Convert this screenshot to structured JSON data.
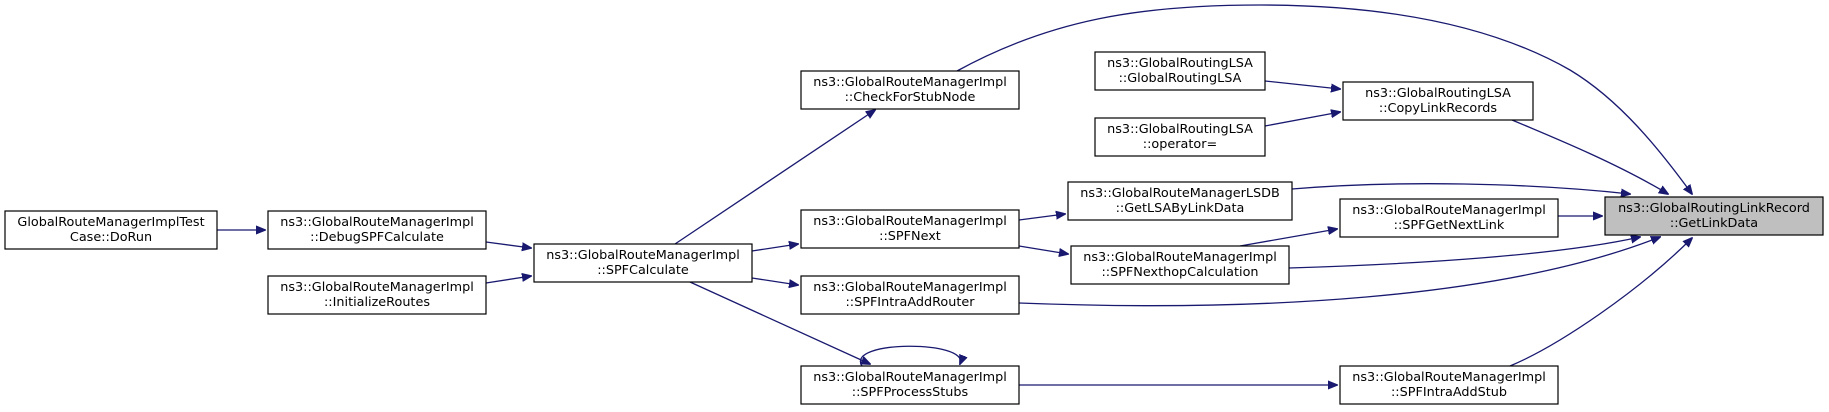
{
  "graph": {
    "colors": {
      "edge": "#191970",
      "focus_fill": "#bfbfbf",
      "node_fill": "#ffffff",
      "node_stroke": "#000000"
    },
    "nodes": [
      {
        "id": "getlinkdata",
        "lines": [
          "ns3::GlobalRoutingLinkRecord",
          "::GetLinkData"
        ],
        "focus": true
      },
      {
        "id": "checkforstubnode",
        "lines": [
          "ns3::GlobalRouteManagerImpl",
          "::CheckForStubNode"
        ]
      },
      {
        "id": "globalroutinglsa-ctor",
        "lines": [
          "ns3::GlobalRoutingLSA",
          "::GlobalRoutingLSA"
        ]
      },
      {
        "id": "copylinkrecords",
        "lines": [
          "ns3::GlobalRoutingLSA",
          "::CopyLinkRecords"
        ]
      },
      {
        "id": "operator-assign",
        "lines": [
          "ns3::GlobalRoutingLSA",
          "::operator="
        ]
      },
      {
        "id": "getlsabylinkdata",
        "lines": [
          "ns3::GlobalRouteManagerLSDB",
          "::GetLSAByLinkData"
        ]
      },
      {
        "id": "spfgetnextlink",
        "lines": [
          "ns3::GlobalRouteManagerImpl",
          "::SPFGetNextLink"
        ]
      },
      {
        "id": "dorun",
        "lines": [
          "GlobalRouteManagerImplTest",
          "Case::DoRun"
        ]
      },
      {
        "id": "debugspfcalculate",
        "lines": [
          "ns3::GlobalRouteManagerImpl",
          "::DebugSPFCalculate"
        ]
      },
      {
        "id": "spfnext",
        "lines": [
          "ns3::GlobalRouteManagerImpl",
          "::SPFNext"
        ]
      },
      {
        "id": "spfcalculate",
        "lines": [
          "ns3::GlobalRouteManagerImpl",
          "::SPFCalculate"
        ]
      },
      {
        "id": "spfnexthopcalculation",
        "lines": [
          "ns3::GlobalRouteManagerImpl",
          "::SPFNexthopCalculation"
        ]
      },
      {
        "id": "initializeroutes",
        "lines": [
          "ns3::GlobalRouteManagerImpl",
          "::InitializeRoutes"
        ]
      },
      {
        "id": "spfintraaddrouter",
        "lines": [
          "ns3::GlobalRouteManagerImpl",
          "::SPFIntraAddRouter"
        ]
      },
      {
        "id": "spfprocessstubs",
        "lines": [
          "ns3::GlobalRouteManagerImpl",
          "::SPFProcessStubs"
        ]
      },
      {
        "id": "spfintraaddstub",
        "lines": [
          "ns3::GlobalRouteManagerImpl",
          "::SPFIntraAddStub"
        ]
      }
    ],
    "edges": [
      {
        "from": "checkforstubnode",
        "to": "getlinkdata"
      },
      {
        "from": "globalroutinglsa-ctor",
        "to": "copylinkrecords"
      },
      {
        "from": "operator-assign",
        "to": "copylinkrecords"
      },
      {
        "from": "copylinkrecords",
        "to": "getlinkdata"
      },
      {
        "from": "getlsabylinkdata",
        "to": "getlinkdata"
      },
      {
        "from": "spfgetnextlink",
        "to": "getlinkdata"
      },
      {
        "from": "spfnexthopcalculation",
        "to": "getlinkdata"
      },
      {
        "from": "spfintraaddrouter",
        "to": "getlinkdata"
      },
      {
        "from": "spfintraaddstub",
        "to": "getlinkdata"
      },
      {
        "from": "dorun",
        "to": "debugspfcalculate"
      },
      {
        "from": "debugspfcalculate",
        "to": "spfcalculate"
      },
      {
        "from": "initializeroutes",
        "to": "spfcalculate"
      },
      {
        "from": "spfcalculate",
        "to": "checkforstubnode"
      },
      {
        "from": "spfcalculate",
        "to": "spfnext"
      },
      {
        "from": "spfcalculate",
        "to": "spfintraaddrouter"
      },
      {
        "from": "spfcalculate",
        "to": "spfprocessstubs"
      },
      {
        "from": "spfnext",
        "to": "getlsabylinkdata"
      },
      {
        "from": "spfnext",
        "to": "spfnexthopcalculation"
      },
      {
        "from": "spfnexthopcalculation",
        "to": "spfgetnextlink"
      },
      {
        "from": "spfprocessstubs",
        "to": "spfprocessstubs"
      },
      {
        "from": "spfprocessstubs",
        "to": "spfintraaddstub"
      }
    ]
  }
}
